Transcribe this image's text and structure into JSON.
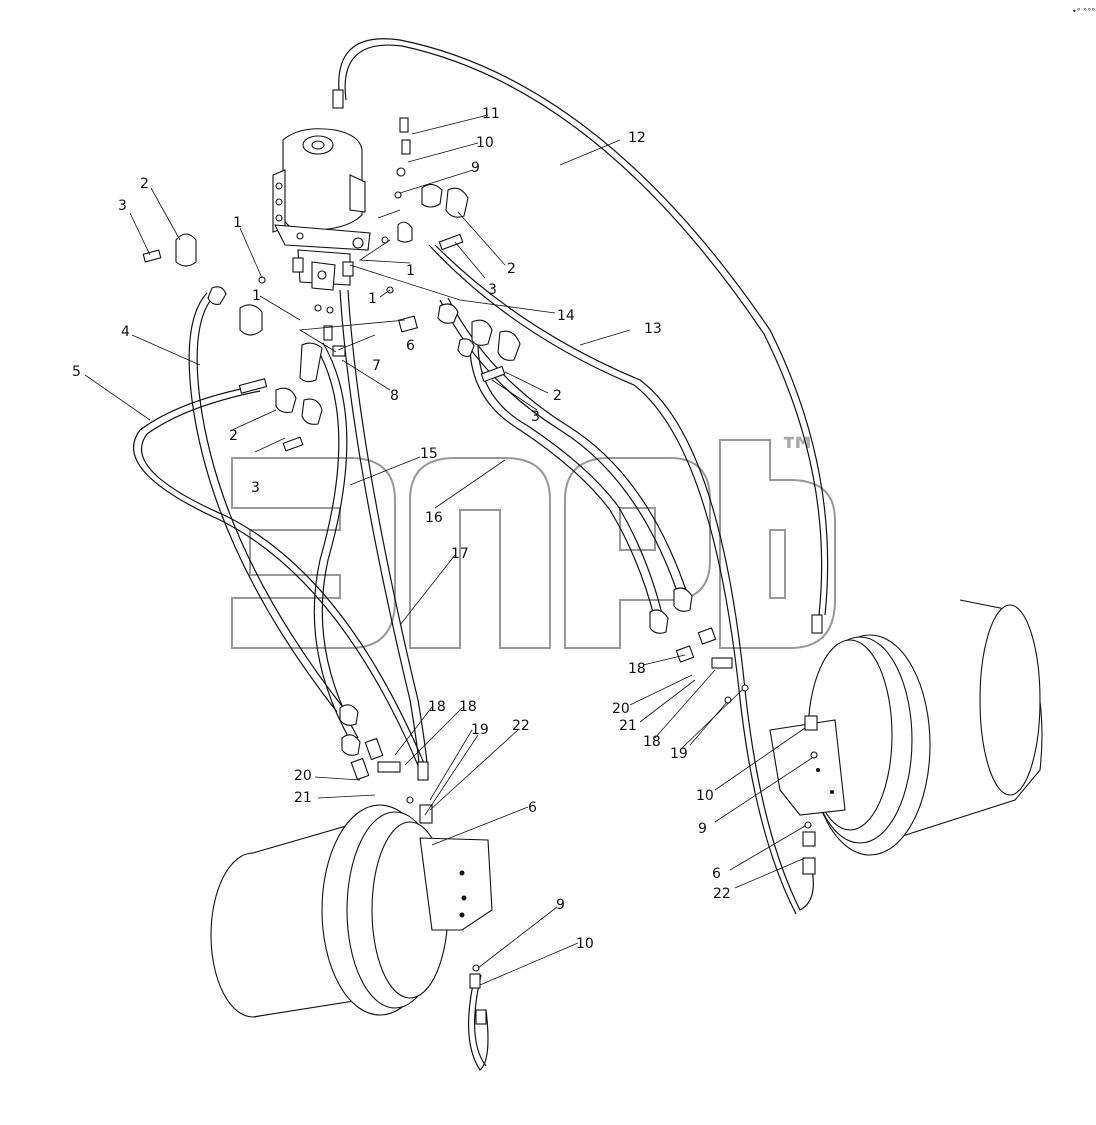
{
  "watermark": {
    "tm": "™"
  },
  "corner_mark": "•° °°°",
  "callouts": {
    "c1": "1",
    "c2": "2",
    "c3": "3",
    "c4": "4",
    "c5": "5",
    "c6": "6",
    "c7": "7",
    "c8": "8",
    "c9": "9",
    "c10": "10",
    "c11": "11",
    "c12": "12",
    "c13": "13",
    "c14": "14",
    "c15": "15",
    "c16": "16",
    "c17": "17",
    "c18": "18",
    "c19": "19",
    "c20": "20",
    "c21": "21",
    "c22": "22"
  }
}
